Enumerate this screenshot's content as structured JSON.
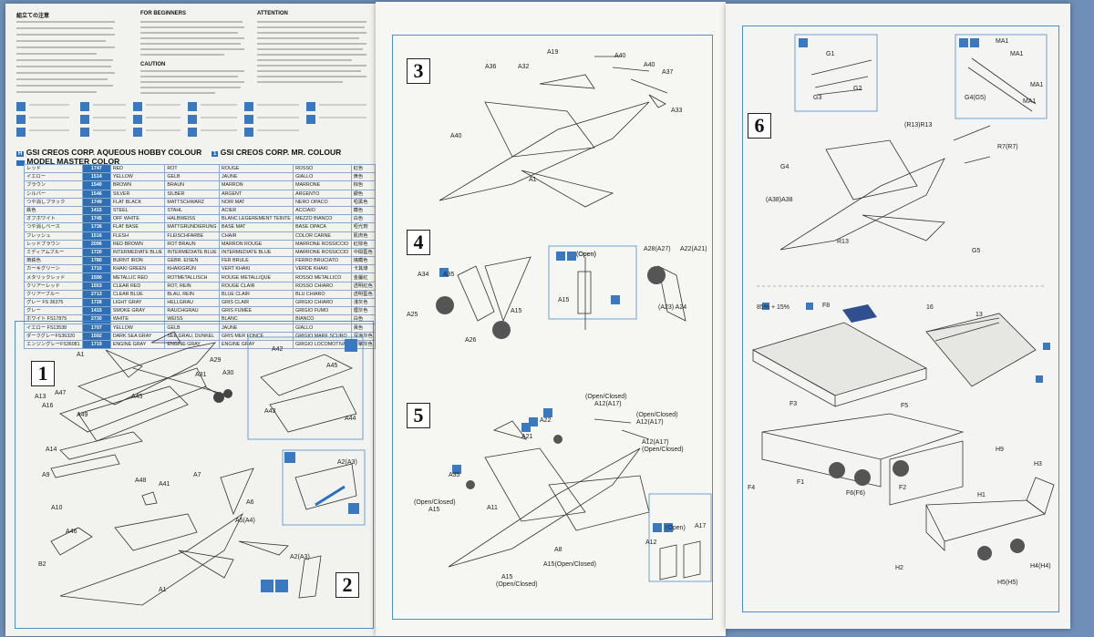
{
  "page1": {
    "col1_heading": "組立ての注意",
    "col2_heading": "FOR BEGINNERS",
    "col3_heading": "ATTENTION",
    "caution_heading": "CAUTION",
    "colour_header_h": "GSI CREOS CORP. AQUEOUS HOBBY COLOUR",
    "colour_header_mr": "GSI CREOS CORP. MR. COLOUR",
    "colour_header_mm": "MODEL MASTER COLOR",
    "icon_h": "H",
    "icon_1": "1",
    "colours": [
      {
        "jp": "レッド",
        "code": "1747",
        "en": "RED",
        "de": "ROT",
        "fr": "ROUGE",
        "it": "ROSSO",
        "cn": "紅色"
      },
      {
        "jp": "イエロー",
        "code": "1514",
        "en": "YELLOW",
        "de": "GELB",
        "fr": "JAUNE",
        "it": "GIALLO",
        "cn": "黄色"
      },
      {
        "jp": "ブラウン",
        "code": "1540",
        "en": "BROWN",
        "de": "BRAUN",
        "fr": "MARRON",
        "it": "MARRONE",
        "cn": "棕色"
      },
      {
        "jp": "シルバー",
        "code": "1546",
        "en": "SILVER",
        "de": "SILBER",
        "fr": "ARGENT",
        "it": "ARGENTO",
        "cn": "銀色"
      },
      {
        "jp": "つや消しブラック",
        "code": "1749",
        "en": "FLAT BLACK",
        "de": "MATTSCHWARZ",
        "fr": "NOIR MAT",
        "it": "NERO OPACO",
        "cn": "啞黑色"
      },
      {
        "jp": "鉄色",
        "code": "1415",
        "en": "STEEL",
        "de": "STAHL",
        "fr": "ACIER",
        "it": "ACCIAIO",
        "cn": "鐵色"
      },
      {
        "jp": "オフホワイト",
        "code": "1745",
        "en": "OFF WHITE",
        "de": "HALBWEISS",
        "fr": "BLANC LEGEREMENT TEINTE",
        "it": "MEZZO BIANCO",
        "cn": "白色"
      },
      {
        "jp": "つや消しベース",
        "code": "1736",
        "en": "FLAT BASE",
        "de": "MATTGRUNDIERUNG",
        "fr": "BASE MAT",
        "it": "BASE OPACA",
        "cn": "啞光劑"
      },
      {
        "jp": "フレッシュ",
        "code": "1516",
        "en": "FLESH",
        "de": "FLEISCHFARBE",
        "fr": "CHAIR",
        "it": "COLOR CARNE",
        "cn": "肌肉色"
      },
      {
        "jp": "レッドブラウン",
        "code": "2096",
        "en": "RED BROWN",
        "de": "ROT BRAUN",
        "fr": "MARRON ROUGE",
        "it": "MARRONE ROSSICCIO",
        "cn": "紅棕色"
      },
      {
        "jp": "ミディアムブルー",
        "code": "1720",
        "en": "INTERMEDIATE BLUE",
        "de": "INTERMEDIATE BLUE",
        "fr": "INTERMEDIATE BLUE",
        "it": "MARRONE ROSSICCIO",
        "cn": "中間藍色"
      },
      {
        "jp": "焼鉄色",
        "code": "1780",
        "en": "BURNT IRON",
        "de": "GEBR. EISEN",
        "fr": "FER BRULE",
        "it": "FERRO BRUCIATO",
        "cn": "燒鐵色"
      },
      {
        "jp": "カーキグリーン",
        "code": "1710",
        "en": "KHAKI GREEN",
        "de": "KHAKIGRÜN",
        "fr": "VERT KHAKI",
        "it": "VERDE KHAKI",
        "cn": "卡其綠"
      },
      {
        "jp": "メタリックレッド",
        "code": "1590",
        "en": "METALLIC RED",
        "de": "ROTMETALLISCH",
        "fr": "ROUGE METALLIQUE",
        "it": "ROSSO METALLICO",
        "cn": "金屬紅"
      },
      {
        "jp": "クリアーレッド",
        "code": "1553",
        "en": "CLEAR RED",
        "de": "ROT, REIN",
        "fr": "ROUGE CLAIR",
        "it": "ROSSO CHIARO",
        "cn": "透明紅色"
      },
      {
        "jp": "クリアーブルー",
        "code": "2713",
        "en": "CLEAR BLUE",
        "de": "BLAU, REIN",
        "fr": "BLUE CLAIR",
        "it": "BLU CHIARO",
        "cn": "透明藍色"
      },
      {
        "jp": "グレー FS 36375",
        "code": "1728",
        "en": "LIGHT GRAY",
        "de": "HELLGRAU",
        "fr": "GRIS CLAIR",
        "it": "GRIGIO CHIARO",
        "cn": "淺灰色"
      },
      {
        "jp": "グレー",
        "code": "1415",
        "en": "SMOKE GRAY",
        "de": "RAUCHGRAU",
        "fr": "GRIS FUMÉE",
        "it": "GRIGIO FUMO",
        "cn": "煙灰色"
      },
      {
        "jp": "ホワイト FS17875",
        "code": "2730",
        "en": "WHITE",
        "de": "WEISS",
        "fr": "BLANC",
        "it": "BIANCO",
        "cn": "白色"
      },
      {
        "jp": "イエロー FS13538",
        "code": "1707",
        "en": "YELLOW",
        "de": "GELB",
        "fr": "JAUNE",
        "it": "GIALLO",
        "cn": "黃色"
      },
      {
        "jp": "ダークグレーFS36320",
        "code": "1592",
        "en": "DARK SEA GRAY",
        "de": "SEE GRAU, DUNKEL",
        "fr": "GRIS MER FONCÉ",
        "it": "GRIGIO MARE SCURO",
        "cn": "深海灰色"
      },
      {
        "jp": "エンジングレーFS36081",
        "code": "1719",
        "en": "ENGINE GRAY",
        "de": "ENGINE GRAY",
        "fr": "ENGINE GRAY",
        "it": "GRIGIO LOCOMOTIVA",
        "cn": "引擎灰色"
      }
    ],
    "step1": "1",
    "step2": "2",
    "labels1": [
      "A1",
      "A29",
      "A30",
      "A31",
      "A13",
      "A47",
      "A16",
      "A45",
      "A49",
      "A14",
      "A9",
      "A10",
      "A42",
      "A45",
      "A43",
      "A44"
    ],
    "labels2": [
      "A48",
      "A41",
      "A7",
      "A6",
      "A46",
      "B2",
      "A5(A4)",
      "A2(A3)",
      "A2(A3)",
      "A1"
    ]
  },
  "page2": {
    "step3": "3",
    "step4": "4",
    "step5": "5",
    "labels3": [
      "A19",
      "A40",
      "A40",
      "A37",
      "A36",
      "A32",
      "A33",
      "A40",
      "A1"
    ],
    "labels4": [
      "(Open)",
      "A28(A27)",
      "A22(A21)",
      "A34",
      "A35",
      "(Open)",
      "A15",
      "A25",
      "A15",
      "A26",
      "(A23) A24"
    ],
    "open_label": "(Open)",
    "labels5": [
      "(Open/Closed)",
      "A12(A17)",
      "(Open/Closed)",
      "A12(A17)",
      "A22",
      "A21",
      "A12(A17)",
      "(Open/Closed)",
      "A35",
      "(Open/Closed)",
      "A15",
      "A11",
      "A8",
      "A15(Open/Closed)",
      "A15",
      "(Open/Closed)",
      "A12",
      "A17",
      "(Open)"
    ]
  },
  "page3": {
    "step6": "6",
    "labels6": [
      "G1",
      "G2",
      "G3",
      "MA1",
      "MA1",
      "MA1",
      "G4(G5)",
      "MA1",
      "(R13)R13",
      "R7(R7)",
      "G4",
      "(A38)A38",
      "R13",
      "G5"
    ],
    "mix_label": "85% + 15%",
    "labels_dio": [
      "F8",
      "16",
      "13",
      "F3",
      "F5",
      "F1",
      "F4",
      "F6(F6)",
      "F2",
      "H9",
      "H3",
      "H1",
      "H2",
      "H5(H5)",
      "H4(H4)"
    ]
  },
  "colors": {
    "accent": "#2a6fc0",
    "frame": "#4a8fd0",
    "background": "#6f8fb8"
  }
}
